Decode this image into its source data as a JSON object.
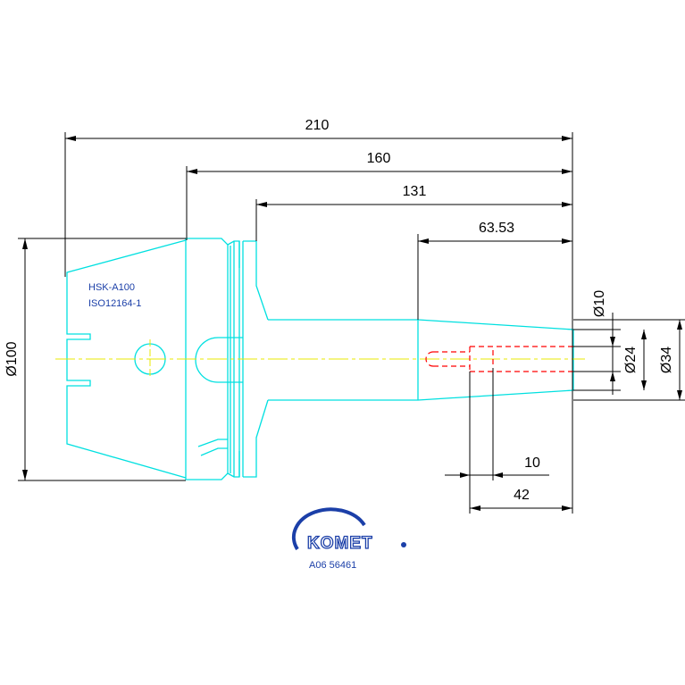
{
  "colors": {
    "outline": "#00e0e0",
    "dimension": "#000000",
    "centerline": "#e8e800",
    "hidden": "#ff0000",
    "brand": "#1b3fa8"
  },
  "dimensions": {
    "overall_length": "210",
    "length_160": "160",
    "length_131": "131",
    "length_63": "63.53",
    "diameter_100": "Ø100",
    "diameter_10": "Ø10",
    "diameter_24": "Ø24",
    "diameter_34": "Ø34",
    "depth_10": "10",
    "depth_42": "42"
  },
  "notes": {
    "spec_line1": "HSK-A100",
    "spec_line2": "ISO12164-1"
  },
  "logo": {
    "brand": "KOMET",
    "part_number": "A06 56461"
  }
}
